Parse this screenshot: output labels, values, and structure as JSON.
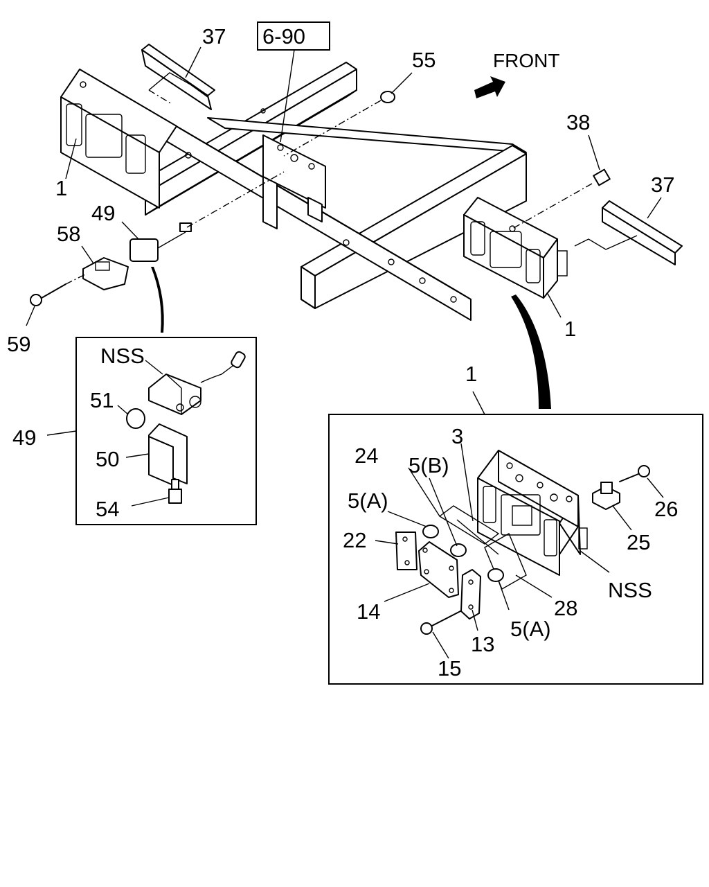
{
  "main_diagram": {
    "ref_box": "6-90",
    "direction": "FRONT",
    "labels": {
      "p37a": "37",
      "p55": "55",
      "p38": "38",
      "p37b": "37",
      "p1a": "1",
      "p49": "49",
      "p58": "58",
      "p59": "59",
      "p1b": "1"
    }
  },
  "inset_left": {
    "callout": "49",
    "labels": {
      "nss": "NSS",
      "p51": "51",
      "p50": "50",
      "p54": "54"
    }
  },
  "inset_right": {
    "callout": "1",
    "labels": {
      "p3": "3",
      "p24": "24",
      "p5b": "5(B)",
      "p5a_top": "5(A)",
      "p22": "22",
      "p14": "14",
      "p13": "13",
      "p15": "15",
      "p5a_bot": "5(A)",
      "p28": "28",
      "nss": "NSS",
      "p26": "26",
      "p25": "25"
    }
  }
}
